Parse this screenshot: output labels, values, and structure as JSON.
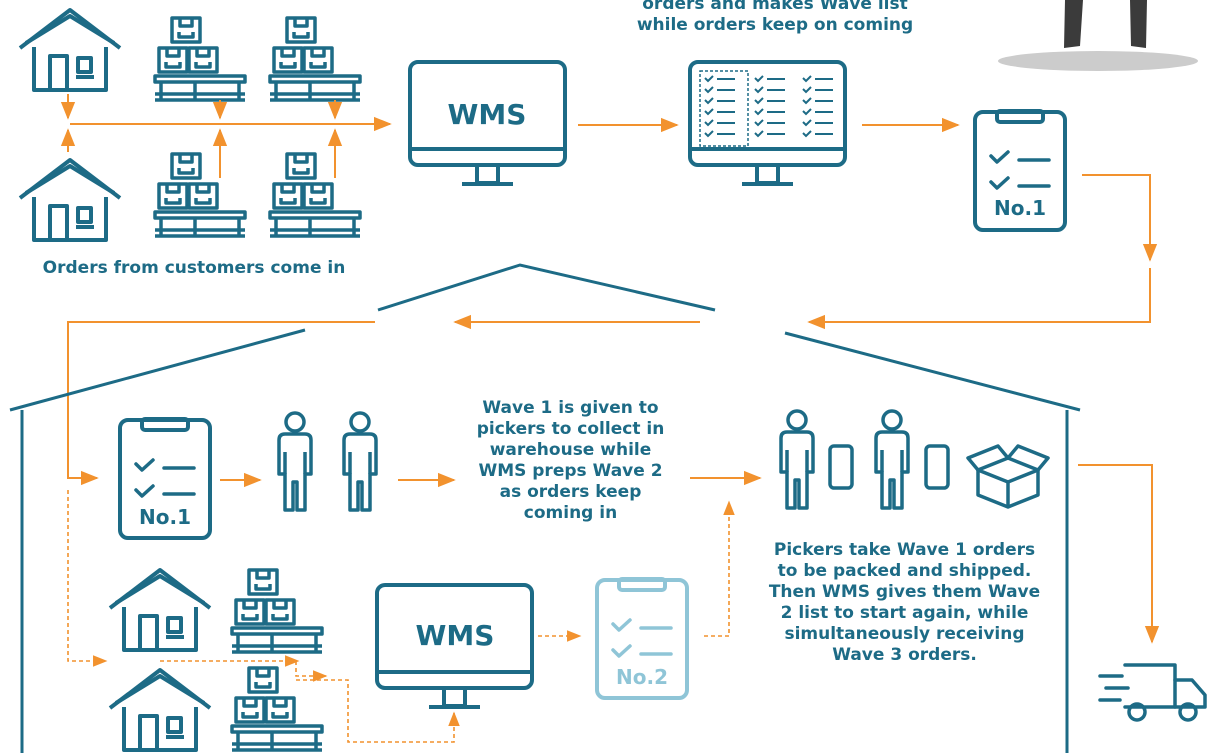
{
  "top_caption": {
    "line1": "orders and makes Wave list",
    "line2": "while orders keep on coming"
  },
  "orders_caption": "Orders from customers come in",
  "wms_label": "WMS",
  "checklist": {
    "wave1_label": "No.1",
    "wave2_label": "No.2"
  },
  "wave1_caption": {
    "b1": "Wave 1",
    "t1": " is given to pickers to collect in warehouse while WMS preps ",
    "b2": "Wave 2",
    "t2": " as orders keep coming in"
  },
  "pickers_caption": {
    "t1": "Pickers take ",
    "b1": "Wave 1",
    "t2": " orders to be packed and shipped. Then WMS gives them ",
    "b2": "Wave 2",
    "t3": " list to start again, while simultaneously receiving ",
    "b3": "Wave 3",
    "t4": " orders."
  },
  "colors": {
    "primary": "#1d6b86",
    "arrow": "#f2922e",
    "light": "#8fc5d7",
    "shadow": "#cccccc",
    "figure": "#3b3b3b"
  },
  "icons": [
    "house-icon",
    "pallet-boxes-icon",
    "monitor-icon",
    "checklist-icon",
    "clipboard-icon",
    "person-icon",
    "phone-icon",
    "open-box-icon",
    "delivery-truck-icon"
  ]
}
